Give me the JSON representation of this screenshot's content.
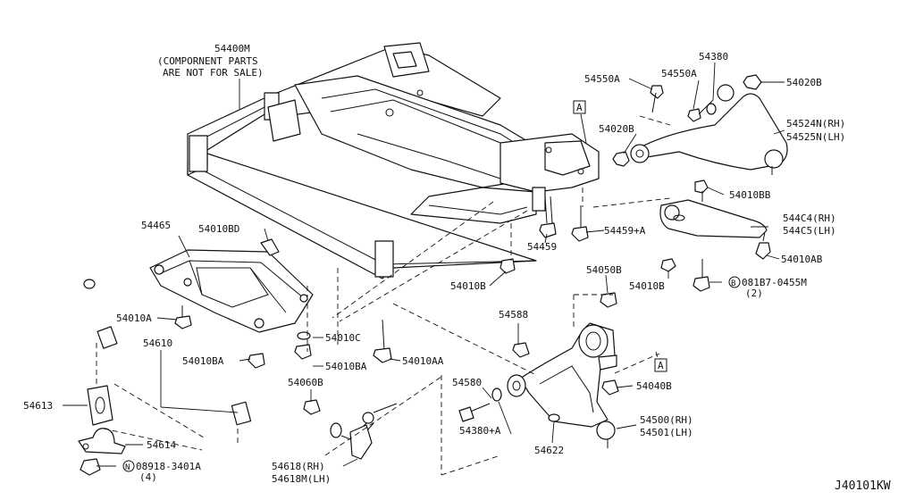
{
  "diagram_code": "J40101KW",
  "callouts": {
    "p54400M": "54400M",
    "note1": "(COMPORNENT PARTS",
    "note2": "ARE NOT FOR SALE)",
    "p54550A_1": "54550A",
    "p54550A_2": "54550A",
    "p54380": "54380",
    "p54020B_top": "54020B",
    "p54020B_mid": "54020B",
    "p54524N": "54524N(RH)",
    "p54525N": "54525N(LH)",
    "p54010BB": "54010BB",
    "p544C4": "544C4(RH)",
    "p544C5": "544C5(LH)",
    "p54459": "54459",
    "p54459A": "54459+A",
    "p54010AB": "54010AB",
    "p54010B_1": "54010B",
    "p54010B_2": "54010B",
    "p081B7": "081B7-0455M",
    "p081B7_qty": "(2)",
    "p081B7_prefix": "B",
    "p54050B": "54050B",
    "p54465": "54465",
    "p54010BD": "54010BD",
    "p54010A": "54010A",
    "p54010C": "54010C",
    "p54010BA_1": "54010BA",
    "p54010BA_2": "54010BA",
    "p54010AA": "54010AA",
    "p54610": "54610",
    "p54613": "54613",
    "p54614": "54614",
    "p08918": "08918-3401A",
    "p08918_qty": "(4)",
    "p08918_prefix": "N",
    "p54060B": "54060B",
    "p54618": "54618(RH)",
    "p54618M": "54618M(LH)",
    "p54588": "54588",
    "p54580": "54580",
    "p54380A": "54380+A",
    "p54622": "54622",
    "p54040B": "54040B",
    "p54500": "54500(RH)",
    "p54501": "54501(LH)",
    "ref_a": "A"
  }
}
